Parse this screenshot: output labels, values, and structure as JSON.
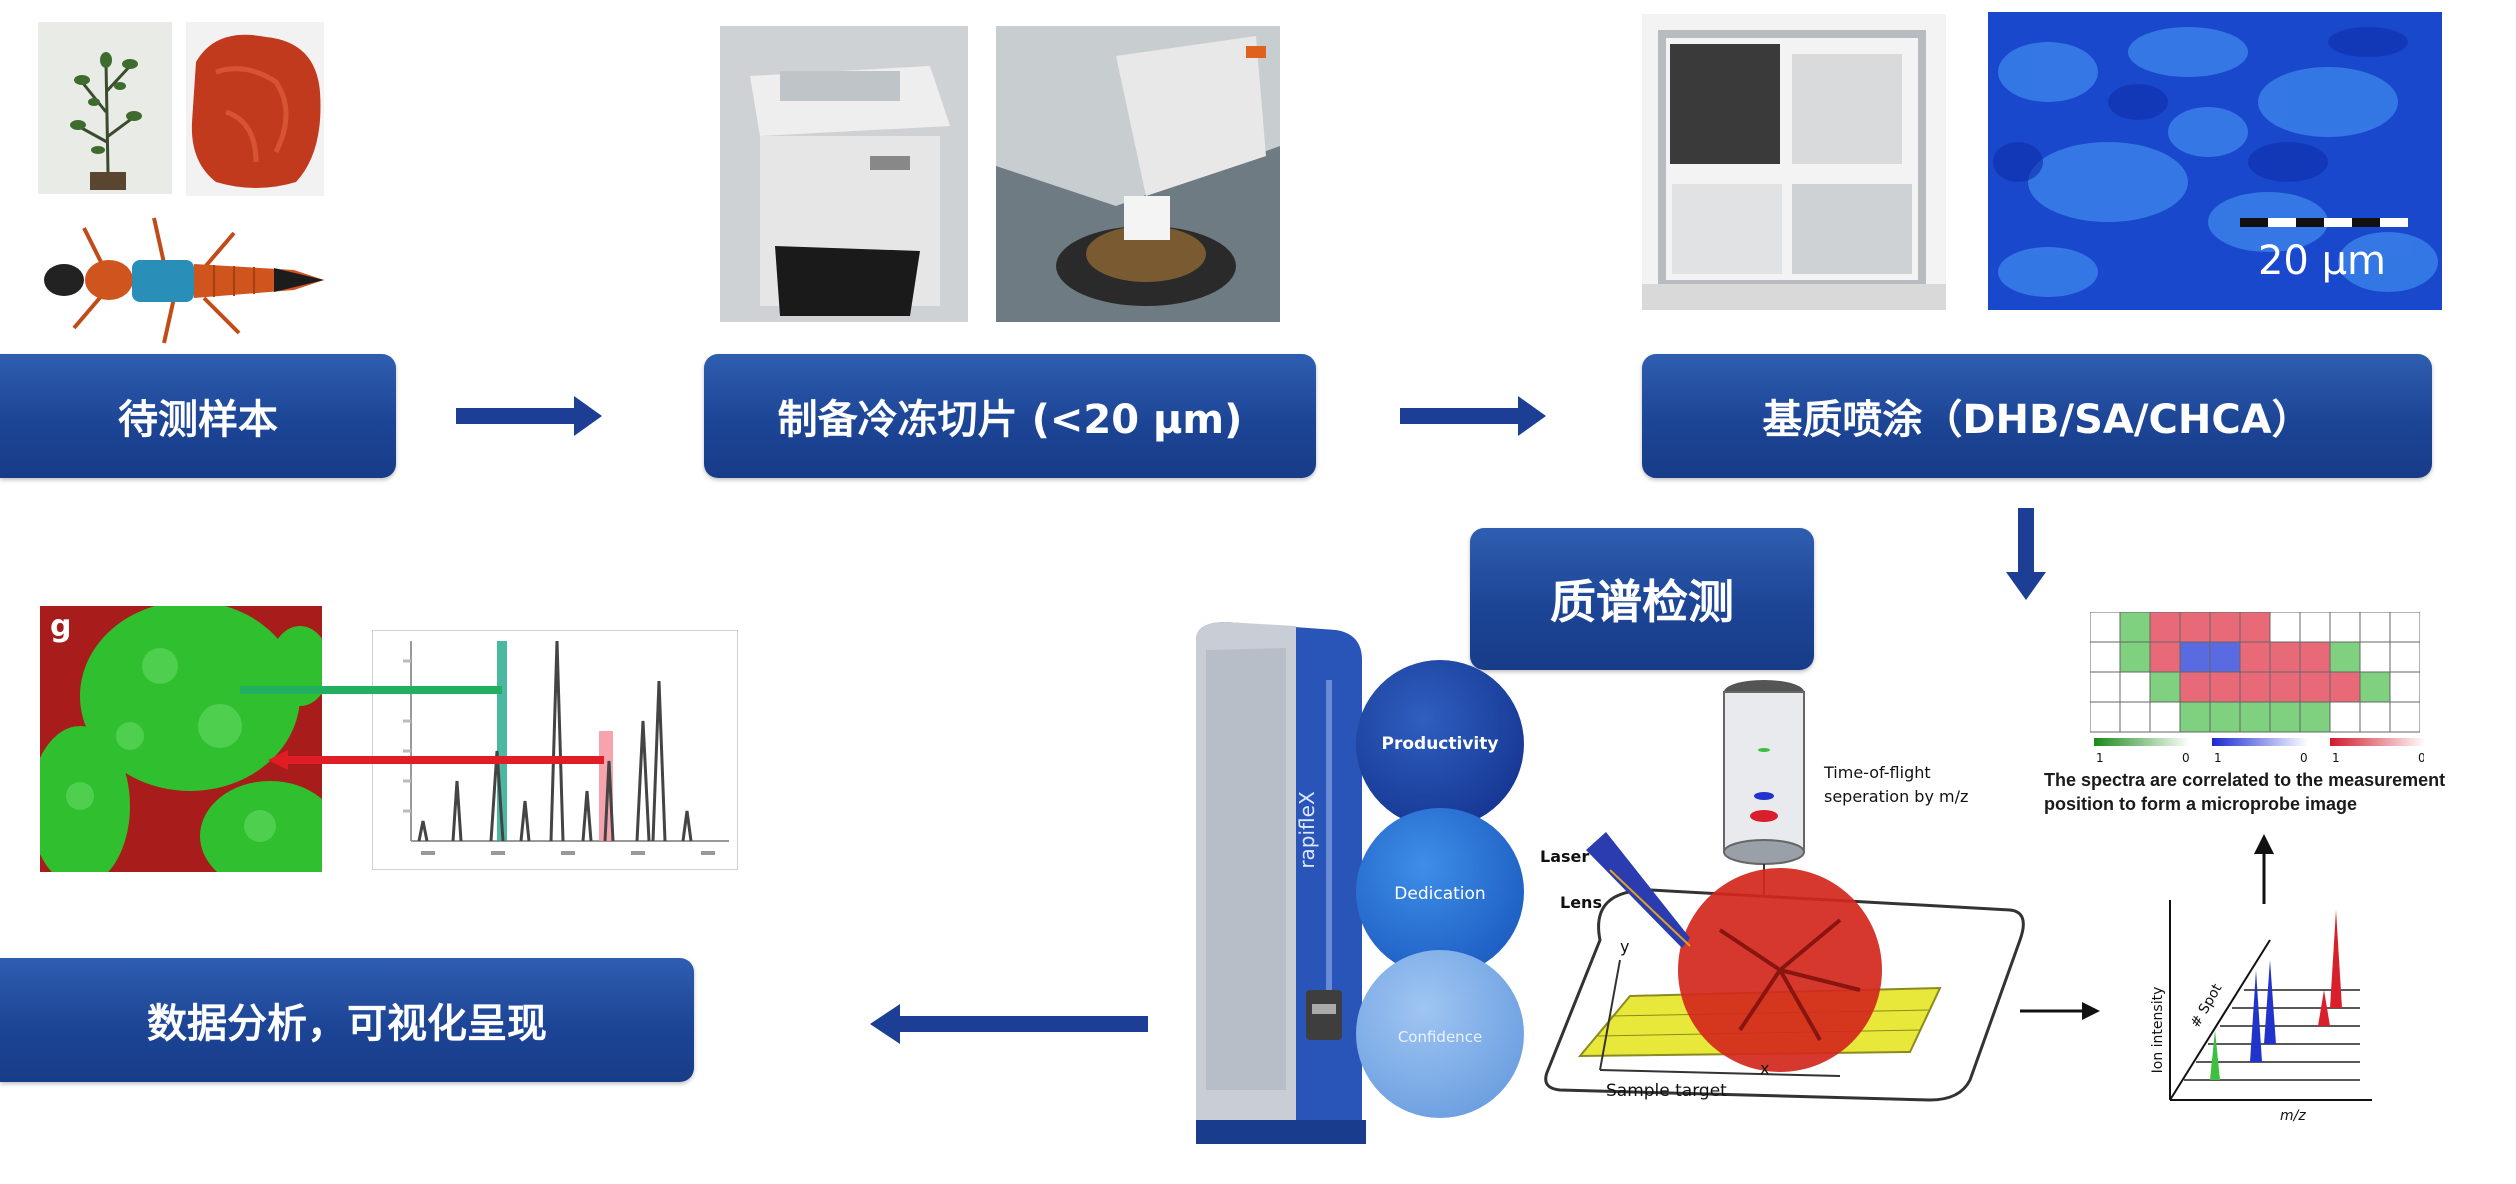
{
  "steps": {
    "sample": "待测样本",
    "section": "制备冷冻切片 (<20 μm)",
    "matrix": "基质喷涂（DHB/SA/CHCA）",
    "ms": "质谱检测",
    "analysis": "数据分析，可视化呈现"
  },
  "scale_bar": "20 μm",
  "panel_letter": "g",
  "instrument": {
    "brand": "rapifleX",
    "pillars": [
      "Productivity",
      "Dedication",
      "Confidence"
    ]
  },
  "tof": {
    "tof_line1": "Time-of-flight",
    "tof_line2": "seperation by m/z",
    "laser": "Laser",
    "lens": "Lens",
    "axis_y": "y",
    "axis_x": "x",
    "sample_target": "Sample target"
  },
  "correlation": {
    "legend_labels": [
      "1",
      "0",
      "1",
      "0",
      "1",
      "0"
    ],
    "caption_line1": "The spectra are correlated to the measurement",
    "caption_line2": "position to form a microprobe image"
  },
  "spectra_plot": {
    "y_label": "Ion intensity",
    "spot_label": "# Spot",
    "x_label": "m/z"
  },
  "colors": {
    "box_blue": "#1d4596",
    "arrow_blue": "#1c3f95",
    "green": "#2fbf2f",
    "red": "#d91f2c",
    "blue": "#2233cc"
  }
}
